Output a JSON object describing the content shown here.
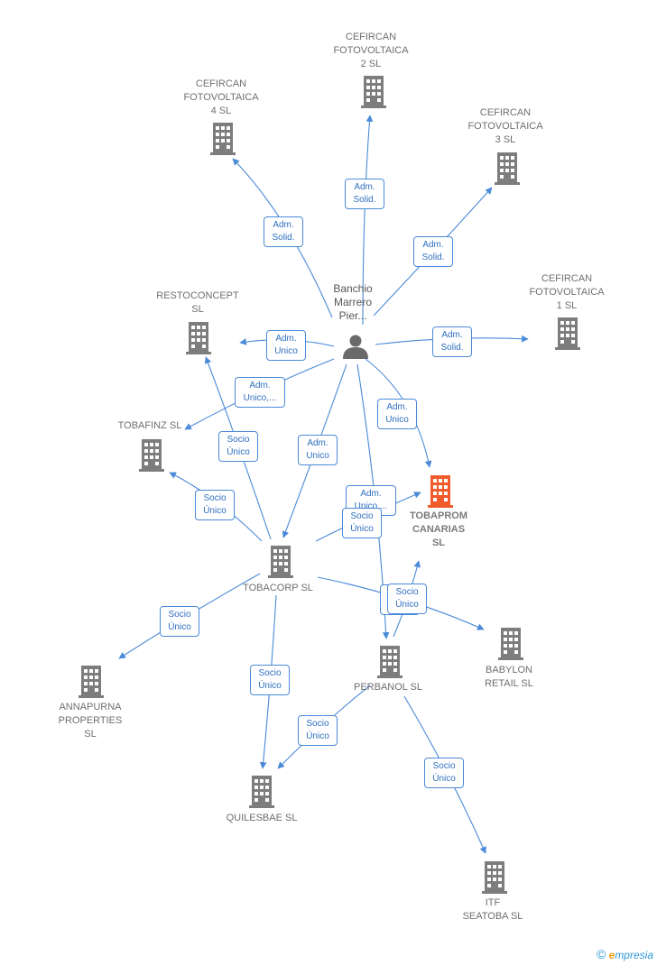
{
  "colors": {
    "edge": "#4a8ad8",
    "building": "#7d7d7d",
    "focus_building": "#f15a2b",
    "person": "#6a6a6a"
  },
  "nodes": [
    {
      "id": "person",
      "type": "person",
      "label": "Banchio\nMarrero\nPier..."
    },
    {
      "id": "f2",
      "type": "company",
      "label": "CEFIRCAN\nFOTOVOLTAICA\n2 SL"
    },
    {
      "id": "f4",
      "type": "company",
      "label": "CEFIRCAN\nFOTOVOLTAICA\n4 SL"
    },
    {
      "id": "f3",
      "type": "company",
      "label": "CEFIRCAN\nFOTOVOLTAICA\n3 SL"
    },
    {
      "id": "f1",
      "type": "company",
      "label": "CEFIRCAN\nFOTOVOLTAICA\n1 SL"
    },
    {
      "id": "resto",
      "type": "company",
      "label": "RESTOCONCEPT\nSL"
    },
    {
      "id": "tobafinz",
      "type": "company",
      "label": "TOBAFINZ SL"
    },
    {
      "id": "tobaprom",
      "type": "focus",
      "label": "TOBAPROM\nCANARIAS\nSL"
    },
    {
      "id": "tobacorp",
      "type": "company",
      "label": "TOBACORP SL"
    },
    {
      "id": "annapurna",
      "type": "company",
      "label": "ANNAPURNA\nPROPERTIES\nSL"
    },
    {
      "id": "perbanol",
      "type": "company",
      "label": "PERBANOL SL"
    },
    {
      "id": "babylon",
      "type": "company",
      "label": "BABYLON\nRETAIL SL"
    },
    {
      "id": "quilesbae",
      "type": "company",
      "label": "QUILESBAE SL"
    },
    {
      "id": "itf",
      "type": "company",
      "label": "ITF\nSEATOBA SL"
    }
  ],
  "edges": [
    {
      "from": "person",
      "to": "f2",
      "label": "Adm.\nSolid."
    },
    {
      "from": "person",
      "to": "f4",
      "label": "Adm.\nSolid."
    },
    {
      "from": "person",
      "to": "f3",
      "label": "Adm.\nSolid."
    },
    {
      "from": "person",
      "to": "f1",
      "label": "Adm.\nSolid."
    },
    {
      "from": "person",
      "to": "resto",
      "label": "Adm.\nUnico"
    },
    {
      "from": "person",
      "to": "tobafinz",
      "label": "Adm.\nUnico,..."
    },
    {
      "from": "person",
      "to": "tobaprom",
      "label": "Adm.\nUnico"
    },
    {
      "from": "person",
      "to": "tobacorp",
      "label": "Adm.\nUnico"
    },
    {
      "from": "person",
      "to": "perbanol",
      "label": "Adm.\nUnico,..."
    },
    {
      "from": "tobacorp",
      "to": "resto",
      "label": "Socio\nÚnico"
    },
    {
      "from": "tobacorp",
      "to": "tobafinz",
      "label": "Socio\nÚnico"
    },
    {
      "from": "tobacorp",
      "to": "tobaprom",
      "label": "Socio\nÚnico"
    },
    {
      "from": "tobacorp",
      "to": "annapurna",
      "label": "Socio\nÚnico"
    },
    {
      "from": "tobacorp",
      "to": "quilesbae",
      "label": "Socio\nÚnico"
    },
    {
      "from": "tobacorp",
      "to": "babylon",
      "label": "Socio\nÚnico"
    },
    {
      "from": "perbanol",
      "to": "tobaprom",
      "label": "Socio\nÚnico"
    },
    {
      "from": "perbanol",
      "to": "quilesbae",
      "label": "Socio\nÚnico"
    },
    {
      "from": "perbanol",
      "to": "itf",
      "label": "Socio\nÚnico"
    }
  ],
  "brand": {
    "copyright": "©",
    "initial": "e",
    "name": "mpresia"
  }
}
